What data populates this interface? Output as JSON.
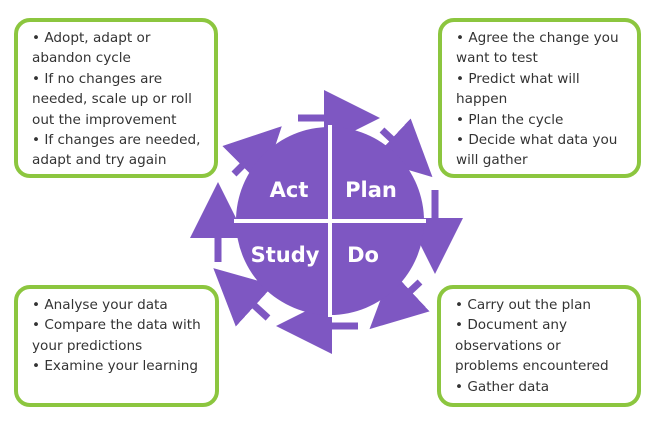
{
  "cycle": {
    "act": "Act",
    "plan": "Plan",
    "study": "Study",
    "do": "Do"
  },
  "boxes": {
    "act": [
      "Adopt, adapt or abandon cycle",
      "If no changes are needed, scale up or roll out the improvement",
      "If changes are needed, adapt and try again"
    ],
    "plan": [
      "Agree the change you want to test",
      "Predict what will happen",
      "Plan the cycle",
      "Decide what data you will gather"
    ],
    "study": [
      "Analyse your data",
      "Compare the data with your predictions",
      "Examine your learning"
    ],
    "do": [
      "Carry out the plan",
      "Document any observations or problems encountered",
      "Gather data"
    ]
  },
  "colors": {
    "purple": "#7e57c2",
    "green_border": "#8cc63f",
    "text": "#333333"
  },
  "icons": {
    "arrow": "chevron-arrow-icon"
  }
}
